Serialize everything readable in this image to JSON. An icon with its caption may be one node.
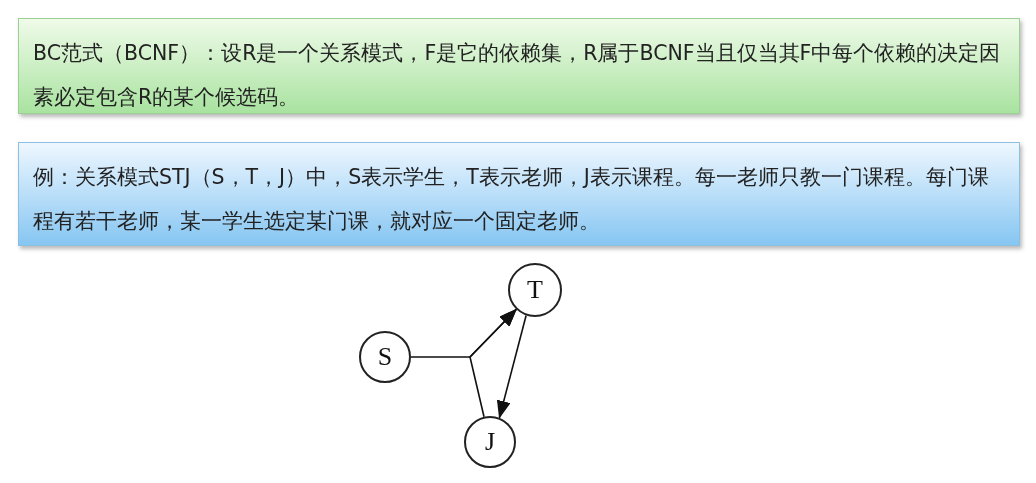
{
  "diagram": {
    "nodes": [
      {
        "text": [
          "BC范式（BCNF）：设R是一个关系模式，F是它的依赖集，R属于BCNF当且仅当其F中每个依赖的决定因素必定包含R的某个候选码。"
        ]
      },
      {
        "text": [
          "例：关系模式STJ（S，T，J）中，S表示学生，T表示老师，J表示课程。每一老师只教一门课程。每门课程有若干老师，某一学生选定某门课，就对应一个固定老师。"
        ]
      },
      {
        "text": [
          "S"
        ]
      },
      {
        "text": [
          "T"
        ]
      },
      {
        "text": [
          "J"
        ]
      }
    ],
    "edges": [
      {
        "from": 2,
        "to": 3,
        "arrow": "to"
      },
      {
        "from": 4,
        "to": 3,
        "arrow": "to"
      },
      {
        "from": 3,
        "to": 4,
        "arrow": "to"
      }
    ]
  }
}
